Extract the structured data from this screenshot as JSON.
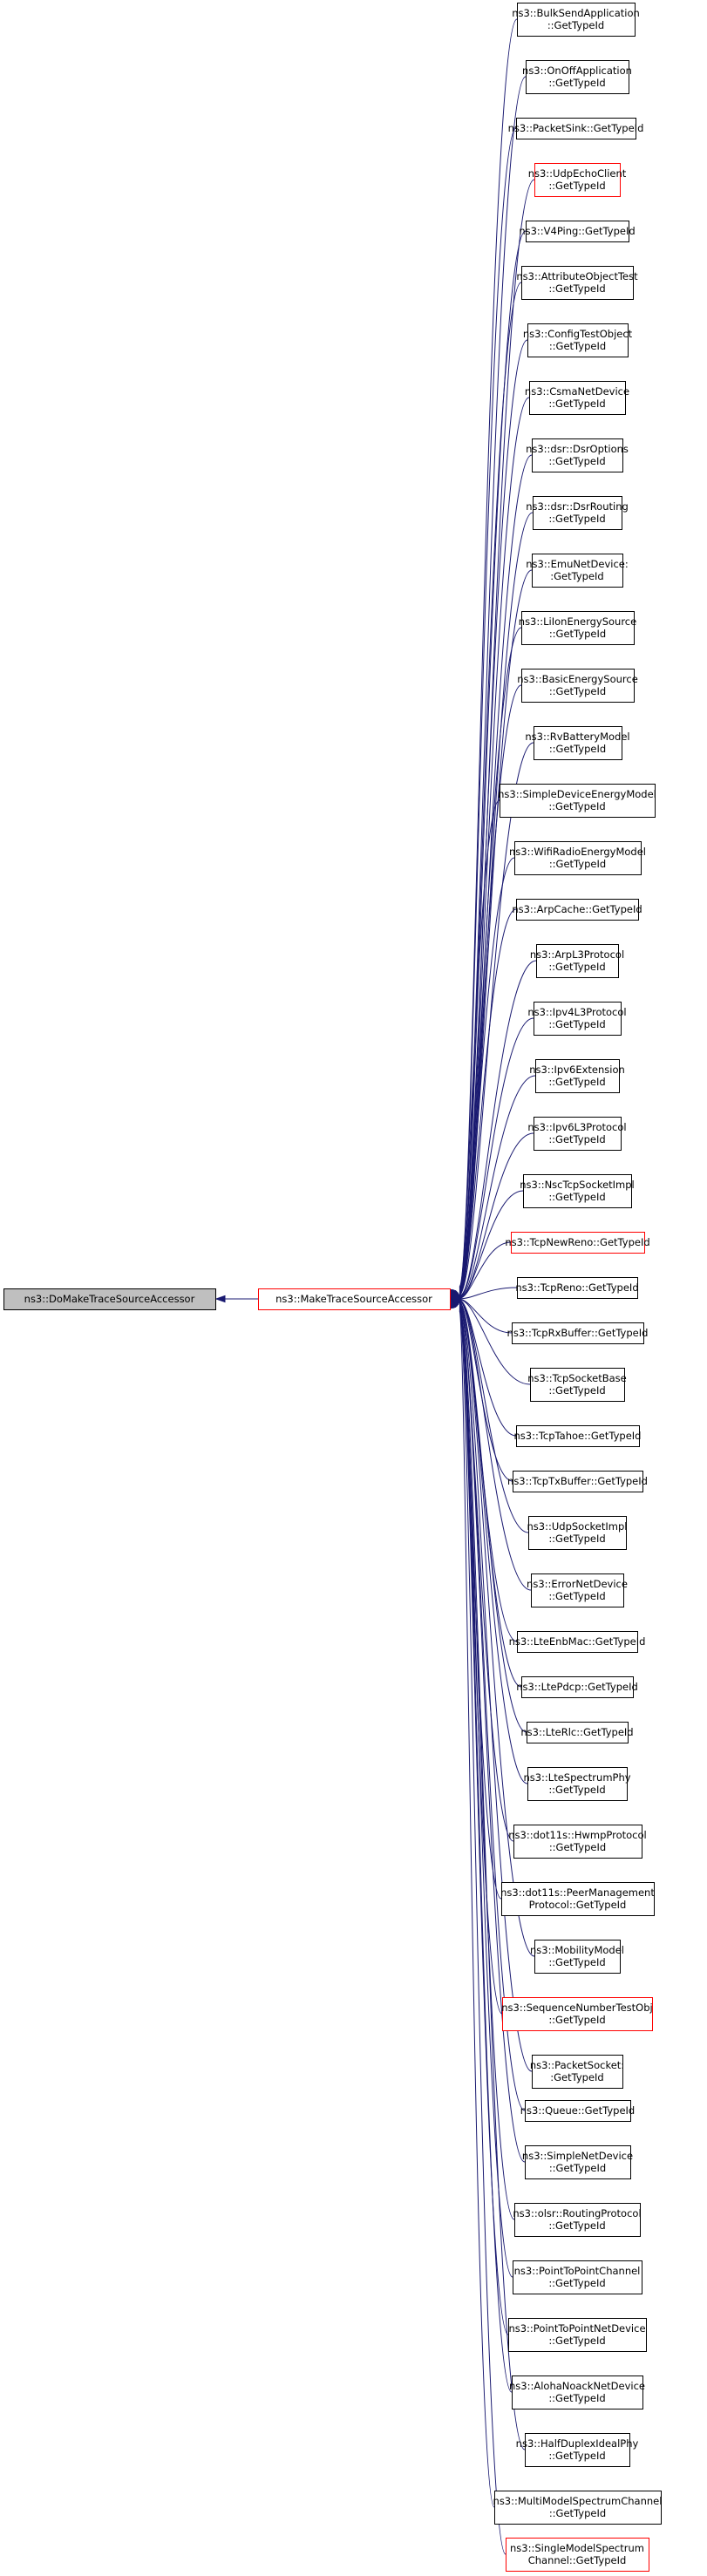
{
  "colors": {
    "edge": "#191970",
    "node_border": "#000000",
    "node_border_highlight": "#ff0000",
    "root_fill": "#bfbfbf",
    "node_fill": "#ffffff"
  },
  "root": {
    "label": "ns3::DoMakeTraceSourceAccessor"
  },
  "hub": {
    "label": "ns3::MakeTraceSourceAccessor",
    "highlight": true
  },
  "callers": [
    {
      "lines": [
        "ns3::BulkSendApplication",
        "::GetTypeId"
      ]
    },
    {
      "lines": [
        "ns3::OnOffApplication",
        "::GetTypeId"
      ]
    },
    {
      "lines": [
        "ns3::PacketSink::GetTypeId"
      ]
    },
    {
      "lines": [
        "ns3::UdpEchoClient",
        "::GetTypeId"
      ],
      "highlight": true
    },
    {
      "lines": [
        "ns3::V4Ping::GetTypeId"
      ]
    },
    {
      "lines": [
        "ns3::AttributeObjectTest",
        "::GetTypeId"
      ]
    },
    {
      "lines": [
        "ns3::ConfigTestObject",
        "::GetTypeId"
      ]
    },
    {
      "lines": [
        "ns3::CsmaNetDevice",
        "::GetTypeId"
      ]
    },
    {
      "lines": [
        "ns3::dsr::DsrOptions",
        "::GetTypeId"
      ]
    },
    {
      "lines": [
        "ns3::dsr::DsrRouting",
        "::GetTypeId"
      ]
    },
    {
      "lines": [
        "ns3::EmuNetDevice:",
        ":GetTypeId"
      ]
    },
    {
      "lines": [
        "ns3::LiIonEnergySource",
        "::GetTypeId"
      ]
    },
    {
      "lines": [
        "ns3::BasicEnergySource",
        "::GetTypeId"
      ]
    },
    {
      "lines": [
        "ns3::RvBatteryModel",
        "::GetTypeId"
      ]
    },
    {
      "lines": [
        "ns3::SimpleDeviceEnergyModel",
        "::GetTypeId"
      ]
    },
    {
      "lines": [
        "ns3::WifiRadioEnergyModel",
        "::GetTypeId"
      ]
    },
    {
      "lines": [
        "ns3::ArpCache::GetTypeId"
      ]
    },
    {
      "lines": [
        "ns3::ArpL3Protocol",
        "::GetTypeId"
      ]
    },
    {
      "lines": [
        "ns3::Ipv4L3Protocol",
        "::GetTypeId"
      ]
    },
    {
      "lines": [
        "ns3::Ipv6Extension",
        "::GetTypeId"
      ]
    },
    {
      "lines": [
        "ns3::Ipv6L3Protocol",
        "::GetTypeId"
      ]
    },
    {
      "lines": [
        "ns3::NscTcpSocketImpl",
        "::GetTypeId"
      ]
    },
    {
      "lines": [
        "ns3::TcpNewReno::GetTypeId"
      ],
      "highlight": true
    },
    {
      "lines": [
        "ns3::TcpReno::GetTypeId"
      ]
    },
    {
      "lines": [
        "ns3::TcpRxBuffer::GetTypeId"
      ]
    },
    {
      "lines": [
        "ns3::TcpSocketBase",
        "::GetTypeId"
      ]
    },
    {
      "lines": [
        "ns3::TcpTahoe::GetTypeId"
      ]
    },
    {
      "lines": [
        "ns3::TcpTxBuffer::GetTypeId"
      ]
    },
    {
      "lines": [
        "ns3::UdpSocketImpl",
        "::GetTypeId"
      ]
    },
    {
      "lines": [
        "ns3::ErrorNetDevice",
        "::GetTypeId"
      ]
    },
    {
      "lines": [
        "ns3::LteEnbMac::GetTypeId"
      ]
    },
    {
      "lines": [
        "ns3::LtePdcp::GetTypeId"
      ]
    },
    {
      "lines": [
        "ns3::LteRlc::GetTypeId"
      ]
    },
    {
      "lines": [
        "ns3::LteSpectrumPhy",
        "::GetTypeId"
      ]
    },
    {
      "lines": [
        "ns3::dot11s::HwmpProtocol",
        "::GetTypeId"
      ]
    },
    {
      "lines": [
        "ns3::dot11s::PeerManagement",
        "Protocol::GetTypeId"
      ]
    },
    {
      "lines": [
        "ns3::MobilityModel",
        "::GetTypeId"
      ]
    },
    {
      "lines": [
        "ns3::SequenceNumberTestObj",
        "::GetTypeId"
      ],
      "highlight": true
    },
    {
      "lines": [
        "ns3::PacketSocket:",
        ":GetTypeId"
      ]
    },
    {
      "lines": [
        "ns3::Queue::GetTypeId"
      ]
    },
    {
      "lines": [
        "ns3::SimpleNetDevice",
        "::GetTypeId"
      ]
    },
    {
      "lines": [
        "ns3::olsr::RoutingProtocol",
        "::GetTypeId"
      ]
    },
    {
      "lines": [
        "ns3::PointToPointChannel",
        "::GetTypeId"
      ]
    },
    {
      "lines": [
        "ns3::PointToPointNetDevice",
        "::GetTypeId"
      ]
    },
    {
      "lines": [
        "ns3::AlohaNoackNetDevice",
        "::GetTypeId"
      ]
    },
    {
      "lines": [
        "ns3::HalfDuplexIdealPhy",
        "::GetTypeId"
      ]
    },
    {
      "lines": [
        "ns3::MultiModelSpectrumChannel",
        "::GetTypeId"
      ]
    },
    {
      "lines": [
        "ns3::SingleModelSpectrum",
        "Channel::GetTypeId"
      ],
      "highlight": true
    }
  ]
}
